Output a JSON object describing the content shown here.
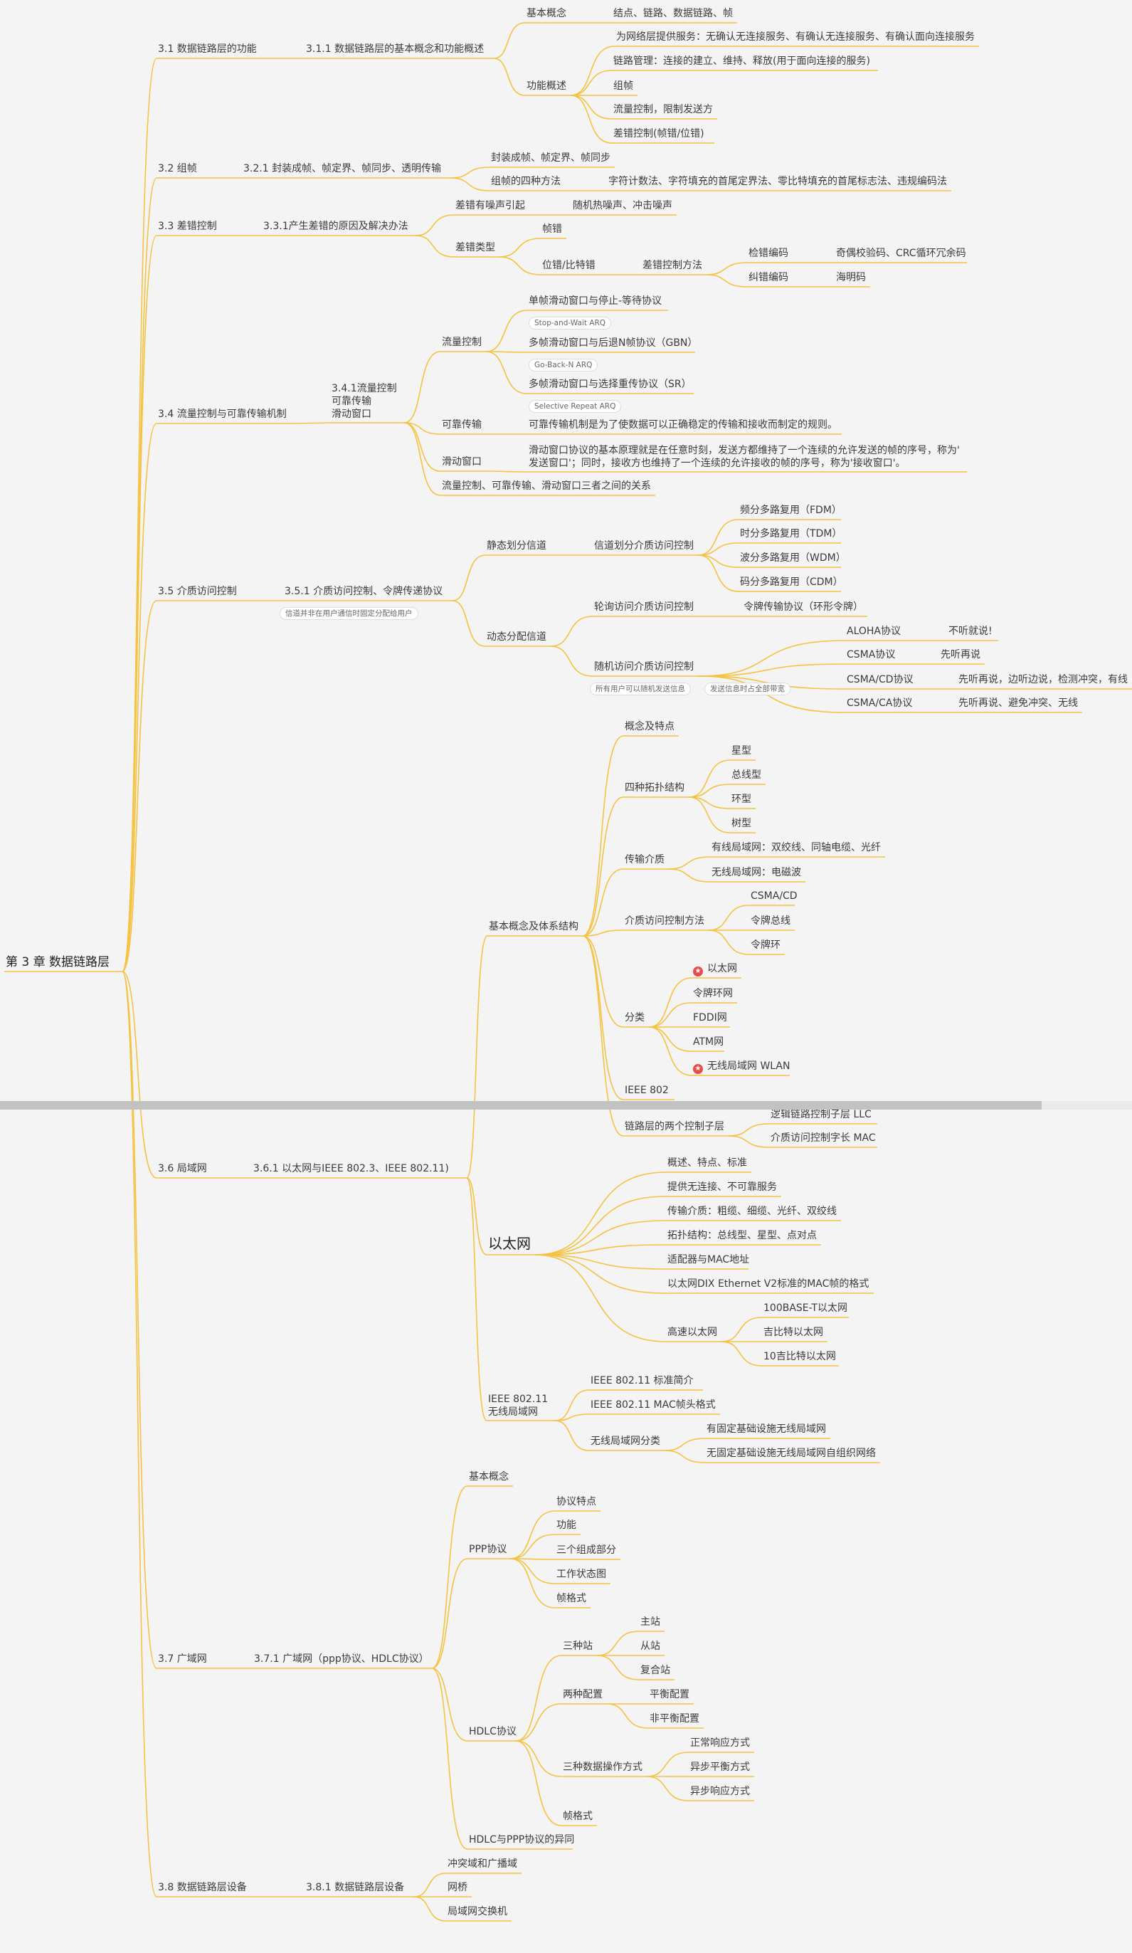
{
  "mindmap": {
    "root": "第 3 章 数据链路层",
    "sections": [
      {
        "label": "3.1 数据链路层的功能",
        "sub": "3.1.1 数据链路层的基本概念和功能概述",
        "items": [
          {
            "label": "基本概念",
            "children": [
              {
                "label": "结点、链路、数据链路、帧"
              }
            ]
          },
          {
            "label": "功能概述",
            "children": [
              {
                "label": "为网络层提供服务：无确认无连接服务、有确认无连接服务、有确认面向连接服务"
              },
              {
                "label": "链路管理：连接的建立、维持、释放(用于面向连接的服务)"
              },
              {
                "label": "组帧"
              },
              {
                "label": "流量控制，限制发送方"
              },
              {
                "label": "差错控制(帧错/位错)"
              }
            ]
          }
        ]
      },
      {
        "label": "3.2 组帧",
        "sub": "3.2.1 封装成帧、帧定界、帧同步、透明传输",
        "items": [
          {
            "label": "封装成帧、帧定界、帧同步"
          },
          {
            "label": "组帧的四种方法",
            "children": [
              {
                "label": "字符计数法、字符填充的首尾定界法、零比特填充的首尾标志法、违规编码法"
              }
            ]
          }
        ]
      },
      {
        "label": "3.3 差错控制",
        "sub": "3.3.1产生差错的原因及解决办法",
        "items": [
          {
            "label": "差错有噪声引起",
            "children": [
              {
                "label": "随机热噪声、冲击噪声"
              }
            ]
          },
          {
            "label": "差错类型",
            "children": [
              {
                "label": "帧错"
              },
              {
                "label": "位错/比特错",
                "children": [
                  {
                    "label": "差错控制方法",
                    "children": [
                      {
                        "label": "检错编码",
                        "children": [
                          {
                            "label": "奇偶校验码、CRC循环冗余码"
                          }
                        ]
                      },
                      {
                        "label": "纠错编码",
                        "children": [
                          {
                            "label": "海明码"
                          }
                        ]
                      }
                    ]
                  }
                ]
              }
            ]
          }
        ]
      },
      {
        "label": "3.4 流量控制与可靠传输机制",
        "sub": "3.4.1流量控制\n可靠传输\n滑动窗口",
        "items": [
          {
            "label": "流量控制",
            "children": [
              {
                "label": "单帧滑动窗口与停止-等待协议",
                "tag": "Stop-and-Wait ARQ"
              },
              {
                "label": "多帧滑动窗口与后退N帧协议（GBN）",
                "tag": "Go-Back-N ARQ"
              },
              {
                "label": "多帧滑动窗口与选择重传协议（SR）",
                "tag": "Selective Repeat ARQ"
              }
            ]
          },
          {
            "label": "可靠传输",
            "children": [
              {
                "label": "可靠传输机制是为了使数据可以正确稳定的传输和接收而制定的规则。"
              }
            ]
          },
          {
            "label": "滑动窗口",
            "children": [
              {
                "label": "滑动窗口协议的基本原理就是在任意时刻，发送方都维持了一个连续的允许发送的帧的序号，称为'\n发送窗口'；同时，接收方也维持了一个连续的允许接收的帧的序号，称为'接收窗口'。"
              }
            ]
          },
          {
            "label": "流量控制、可靠传输、滑动窗口三者之间的关系"
          }
        ]
      },
      {
        "label": "3.5 介质访问控制",
        "sub": "3.5.1 介质访问控制、令牌传递协议",
        "sub_tag": "信道并非在用户通信时固定分配给用户",
        "items": [
          {
            "label": "静态划分信道",
            "children": [
              {
                "label": "信道划分介质访问控制",
                "children": [
                  {
                    "label": "频分多路复用（FDM）"
                  },
                  {
                    "label": "时分多路复用（TDM）"
                  },
                  {
                    "label": "波分多路复用（WDM）"
                  },
                  {
                    "label": "码分多路复用（CDM）"
                  }
                ]
              }
            ]
          },
          {
            "label": "动态分配信道",
            "children": [
              {
                "label": "轮询访问介质访问控制",
                "children": [
                  {
                    "label": "令牌传输协议（环形令牌）"
                  }
                ]
              },
              {
                "label": "随机访问介质访问控制",
                "tags": [
                  "所有用户可以随机发送信息",
                  "发送信息时占全部带宽"
                ],
                "children": [
                  {
                    "label": "ALOHA协议",
                    "children": [
                      {
                        "label": "不听就说!"
                      }
                    ]
                  },
                  {
                    "label": "CSMA协议",
                    "children": [
                      {
                        "label": "先听再说"
                      }
                    ]
                  },
                  {
                    "label": "CSMA/CD协议",
                    "children": [
                      {
                        "label": "先听再说，边听边说，检测冲突，有线"
                      }
                    ]
                  },
                  {
                    "label": "CSMA/CA协议",
                    "children": [
                      {
                        "label": "先听再说、避免冲突、无线"
                      }
                    ]
                  }
                ]
              }
            ]
          }
        ]
      },
      {
        "label": "3.6 局域网",
        "sub": "3.6.1 以太网与IEEE 802.3、IEEE 802.11)",
        "items": [
          {
            "label": "基本概念及体系结构",
            "children": [
              {
                "label": "概念及特点"
              },
              {
                "label": "四种拓扑结构",
                "children": [
                  {
                    "label": "星型"
                  },
                  {
                    "label": "总线型"
                  },
                  {
                    "label": "环型"
                  },
                  {
                    "label": "树型"
                  }
                ]
              },
              {
                "label": "传输介质",
                "children": [
                  {
                    "label": "有线局域网：双绞线、同轴电缆、光纤"
                  },
                  {
                    "label": "无线局域网：电磁波"
                  }
                ]
              },
              {
                "label": "介质访问控制方法",
                "children": [
                  {
                    "label": "CSMA/CD"
                  },
                  {
                    "label": "令牌总线"
                  },
                  {
                    "label": "令牌环"
                  }
                ]
              },
              {
                "label": "分类",
                "children": [
                  {
                    "label": "以太网",
                    "mark": "star"
                  },
                  {
                    "label": "令牌环网"
                  },
                  {
                    "label": "FDDI网"
                  },
                  {
                    "label": "ATM网"
                  },
                  {
                    "label": "无线局域网 WLAN",
                    "mark": "star"
                  }
                ]
              },
              {
                "label": "IEEE 802"
              },
              {
                "label": "链路层的两个控制子层",
                "children": [
                  {
                    "label": "逻辑链路控制子层 LLC"
                  },
                  {
                    "label": "介质访问控制字长 MAC"
                  }
                ]
              }
            ]
          },
          {
            "label": "以太网",
            "children": [
              {
                "label": "概述、特点、标准"
              },
              {
                "label": "提供无连接、不可靠服务"
              },
              {
                "label": "传输介质：粗缆、细缆、光纤、双绞线"
              },
              {
                "label": "拓扑结构：总线型、星型、点对点"
              },
              {
                "label": "适配器与MAC地址"
              },
              {
                "label": "以太网DIX Ethernet V2标准的MAC帧的格式"
              },
              {
                "label": "高速以太网",
                "children": [
                  {
                    "label": "100BASE-T以太网"
                  },
                  {
                    "label": "吉比特以太网"
                  },
                  {
                    "label": "10吉比特以太网"
                  }
                ]
              }
            ]
          },
          {
            "label": "IEEE 802.11\n无线局域网",
            "children": [
              {
                "label": "IEEE 802.11 标准简介"
              },
              {
                "label": "IEEE 802.11 MAC帧头格式"
              },
              {
                "label": "无线局域网分类",
                "children": [
                  {
                    "label": "有固定基础设施无线局域网"
                  },
                  {
                    "label": "无固定基础设施无线局域网自组织网络"
                  }
                ]
              }
            ]
          }
        ]
      },
      {
        "label": "3.7 广域网",
        "sub": "3.7.1 广域网（ppp协议、HDLC协议）",
        "items": [
          {
            "label": "基本概念"
          },
          {
            "label": "PPP协议",
            "children": [
              {
                "label": "协议特点"
              },
              {
                "label": "功能"
              },
              {
                "label": "三个组成部分"
              },
              {
                "label": "工作状态图"
              },
              {
                "label": "帧格式"
              }
            ]
          },
          {
            "label": "HDLC协议",
            "children": [
              {
                "label": "三种站",
                "children": [
                  {
                    "label": "主站"
                  },
                  {
                    "label": "从站"
                  },
                  {
                    "label": "复合站"
                  }
                ]
              },
              {
                "label": "两种配置",
                "children": [
                  {
                    "label": "平衡配置"
                  },
                  {
                    "label": "非平衡配置"
                  }
                ]
              },
              {
                "label": "三种数据操作方式",
                "children": [
                  {
                    "label": "正常响应方式"
                  },
                  {
                    "label": "异步平衡方式"
                  },
                  {
                    "label": "异步响应方式"
                  }
                ]
              },
              {
                "label": "帧格式"
              }
            ]
          },
          {
            "label": "HDLC与PPP协议的异同"
          }
        ]
      },
      {
        "label": "3.8 数据链路层设备",
        "sub": "3.8.1 数据链路层设备",
        "items": [
          {
            "label": "冲突域和广播域"
          },
          {
            "label": "网桥"
          },
          {
            "label": "局域网交换机"
          }
        ]
      }
    ]
  },
  "colors": {
    "branch": "#f5c242",
    "text": "#3a3a3a",
    "star_marker": "#e74c4c",
    "background": "#f4f4f5",
    "scrollbar_thumb": "#c2c2c2"
  }
}
